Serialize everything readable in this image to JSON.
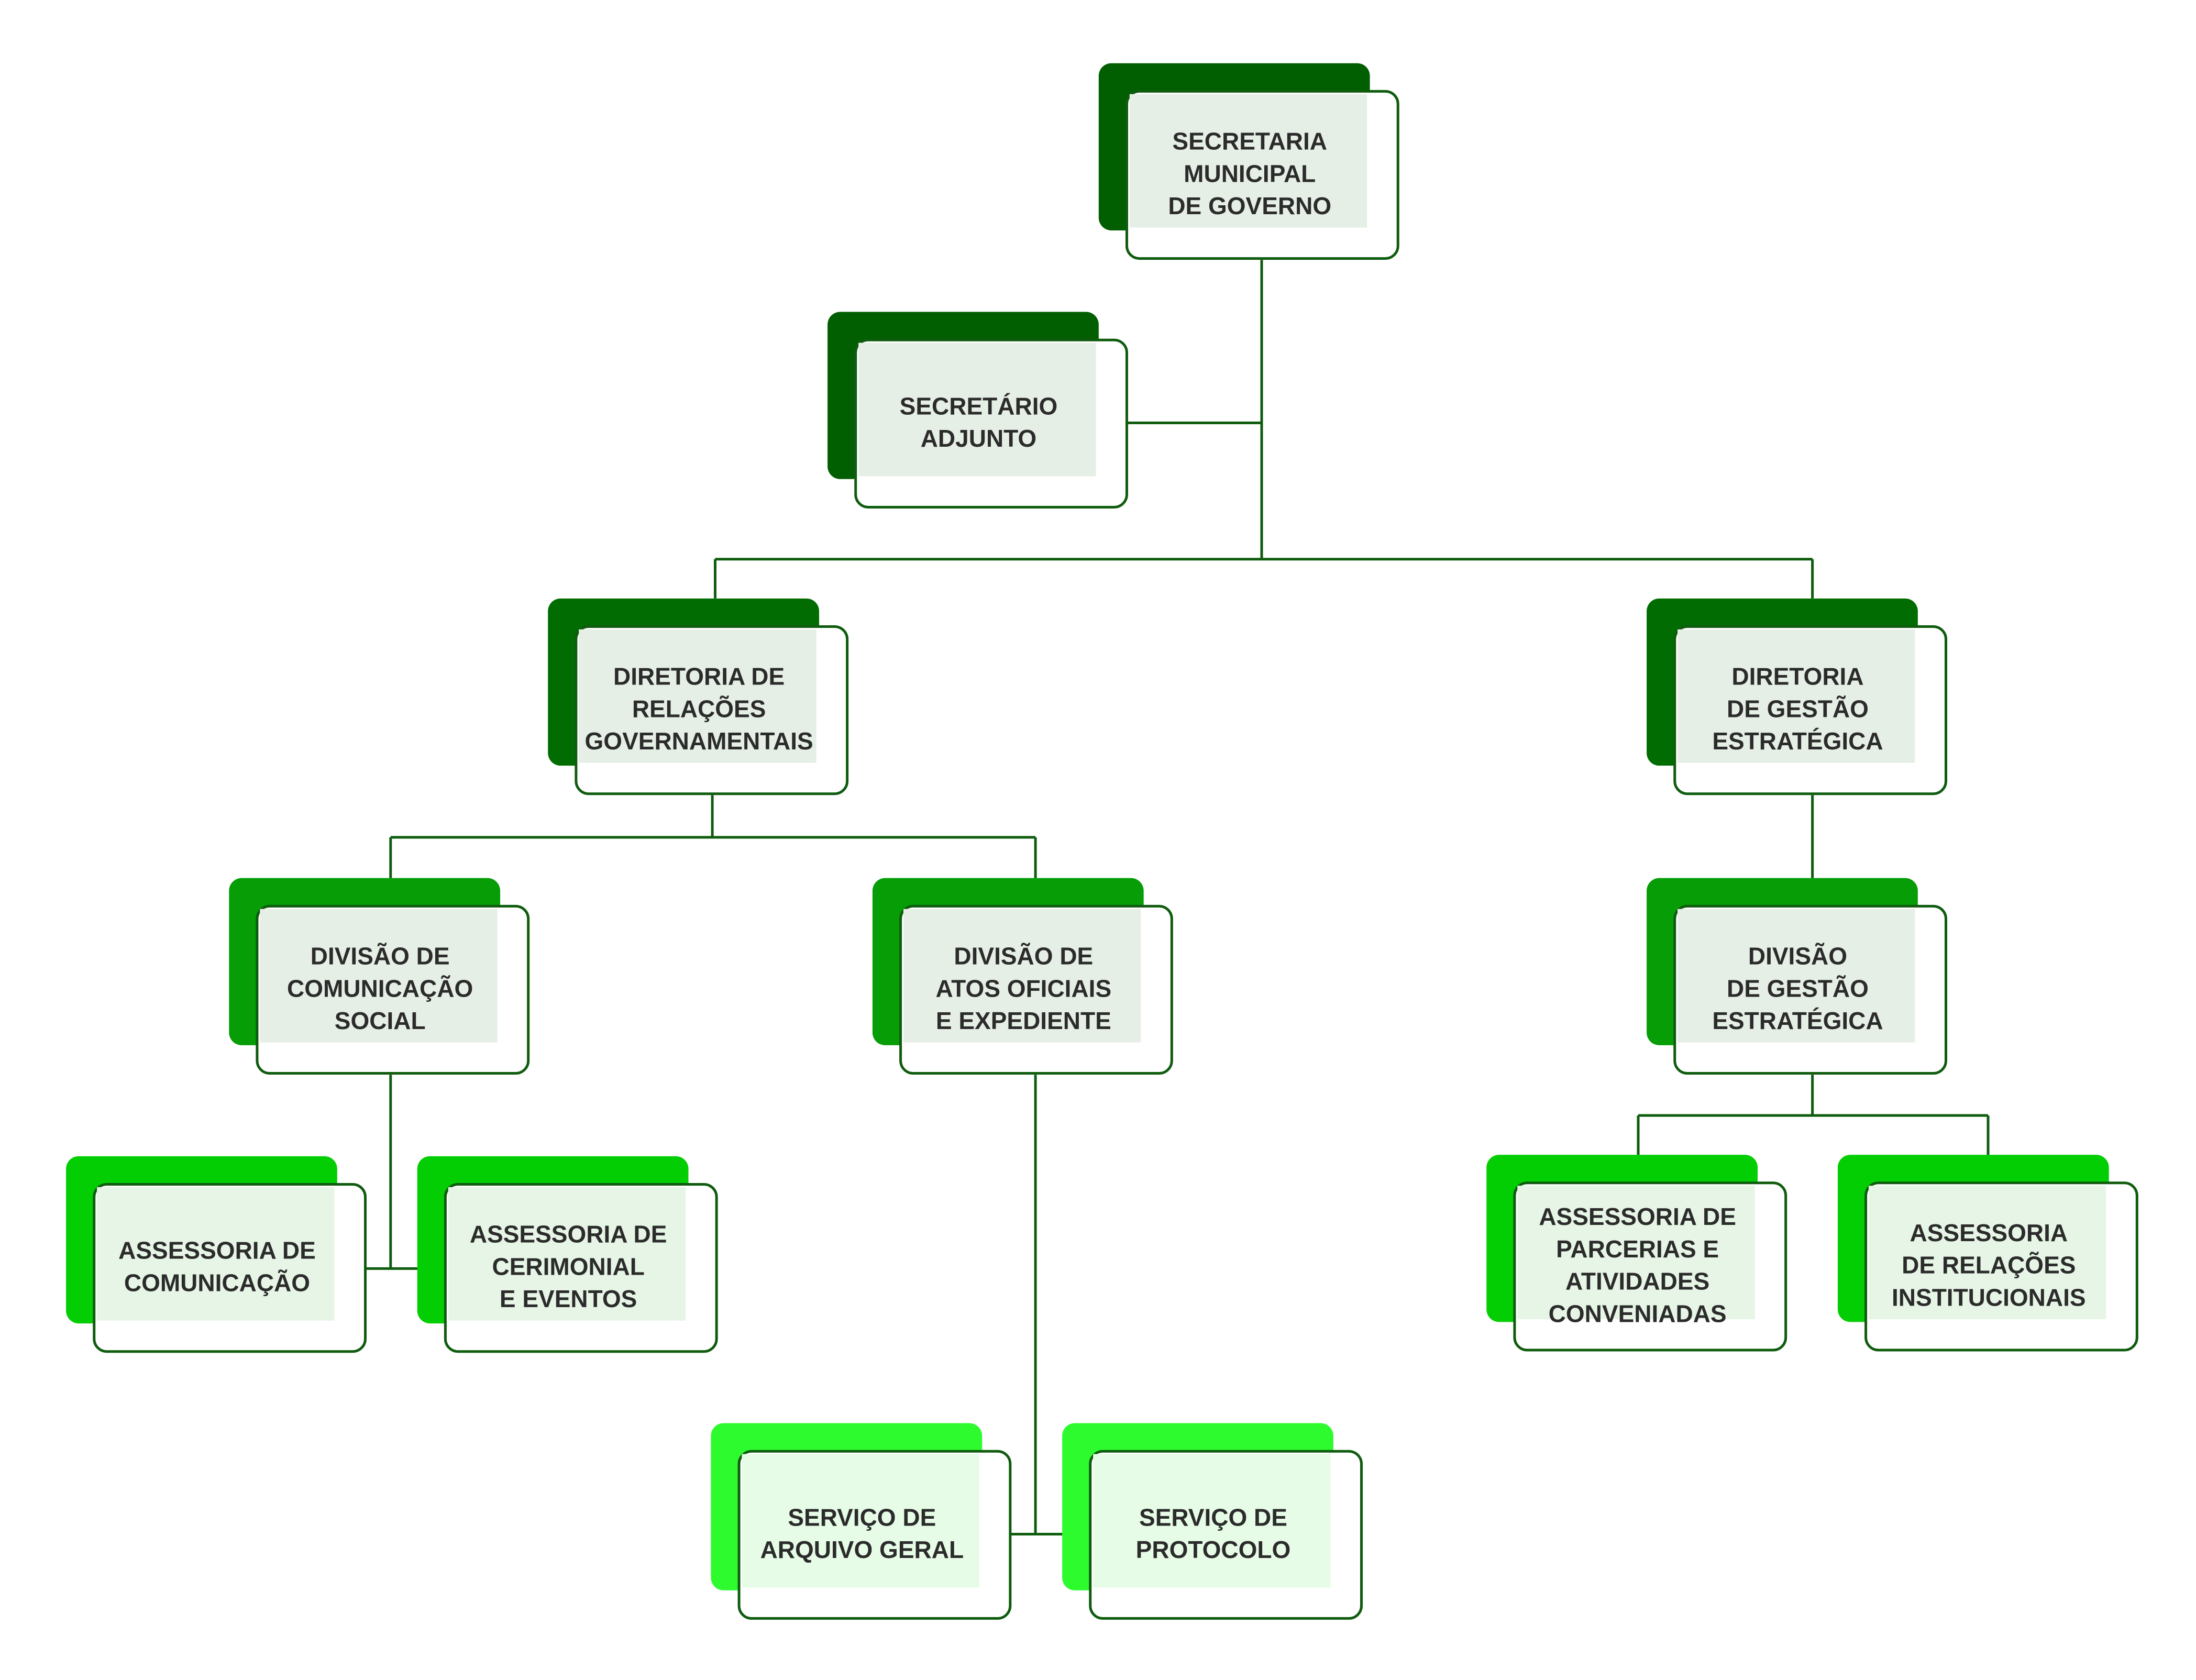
{
  "palette": {
    "level1": "#015e01",
    "level2": "#016c01",
    "level3": "#069d06",
    "level4": "#03cd03",
    "level5": "#2efb2e",
    "tint_dark": "#e6efe6",
    "tint_mid": "#e6f5e6",
    "tint_light": "#e6fce6",
    "line": "#0f5c0f"
  },
  "nodes": [
    {
      "id": "secretaria",
      "lines": [
        "SECRETARIA",
        "MUNICIPAL",
        "DE GOVERNO"
      ]
    },
    {
      "id": "secretario-adjunto",
      "lines": [
        "SECRETÁRIO",
        "ADJUNTO"
      ]
    },
    {
      "id": "diretoria-relacoes",
      "lines": [
        "DIRETORIA DE",
        "RELAÇÕES",
        "GOVERNAMENTAIS"
      ]
    },
    {
      "id": "diretoria-gestao",
      "lines": [
        "DIRETORIA",
        "DE GESTÃO",
        "ESTRATÉGICA"
      ]
    },
    {
      "id": "divisao-comunicacao",
      "lines": [
        "DIVISÃO DE",
        "COMUNICAÇÃO",
        "SOCIAL"
      ]
    },
    {
      "id": "divisao-atos",
      "lines": [
        "DIVISÃO DE",
        "ATOS OFICIAIS",
        "E EXPEDIENTE"
      ]
    },
    {
      "id": "divisao-gestao",
      "lines": [
        "DIVISÃO",
        "DE GESTÃO",
        "ESTRATÉGICA"
      ]
    },
    {
      "id": "assessoria-comunicacao",
      "lines": [
        "ASSESSORIA DE",
        "COMUNICAÇÃO"
      ]
    },
    {
      "id": "assessoria-cerimonial",
      "lines": [
        "ASSESSORIA DE",
        "CERIMONIAL",
        "E EVENTOS"
      ]
    },
    {
      "id": "assessoria-parcerias",
      "lines": [
        "ASSESSORIA DE",
        "PARCERIAS E",
        "ATIVIDADES",
        "CONVENIADAS"
      ]
    },
    {
      "id": "assessoria-relacoes",
      "lines": [
        "ASSESSORIA",
        "DE RELAÇÕES",
        "INSTITUCIONAIS"
      ]
    },
    {
      "id": "servico-arquivo",
      "lines": [
        "SERVIÇO DE",
        "ARQUIVO GERAL"
      ]
    },
    {
      "id": "servico-protocolo",
      "lines": [
        "SERVIÇO DE",
        "PROTOCOLO"
      ]
    }
  ]
}
